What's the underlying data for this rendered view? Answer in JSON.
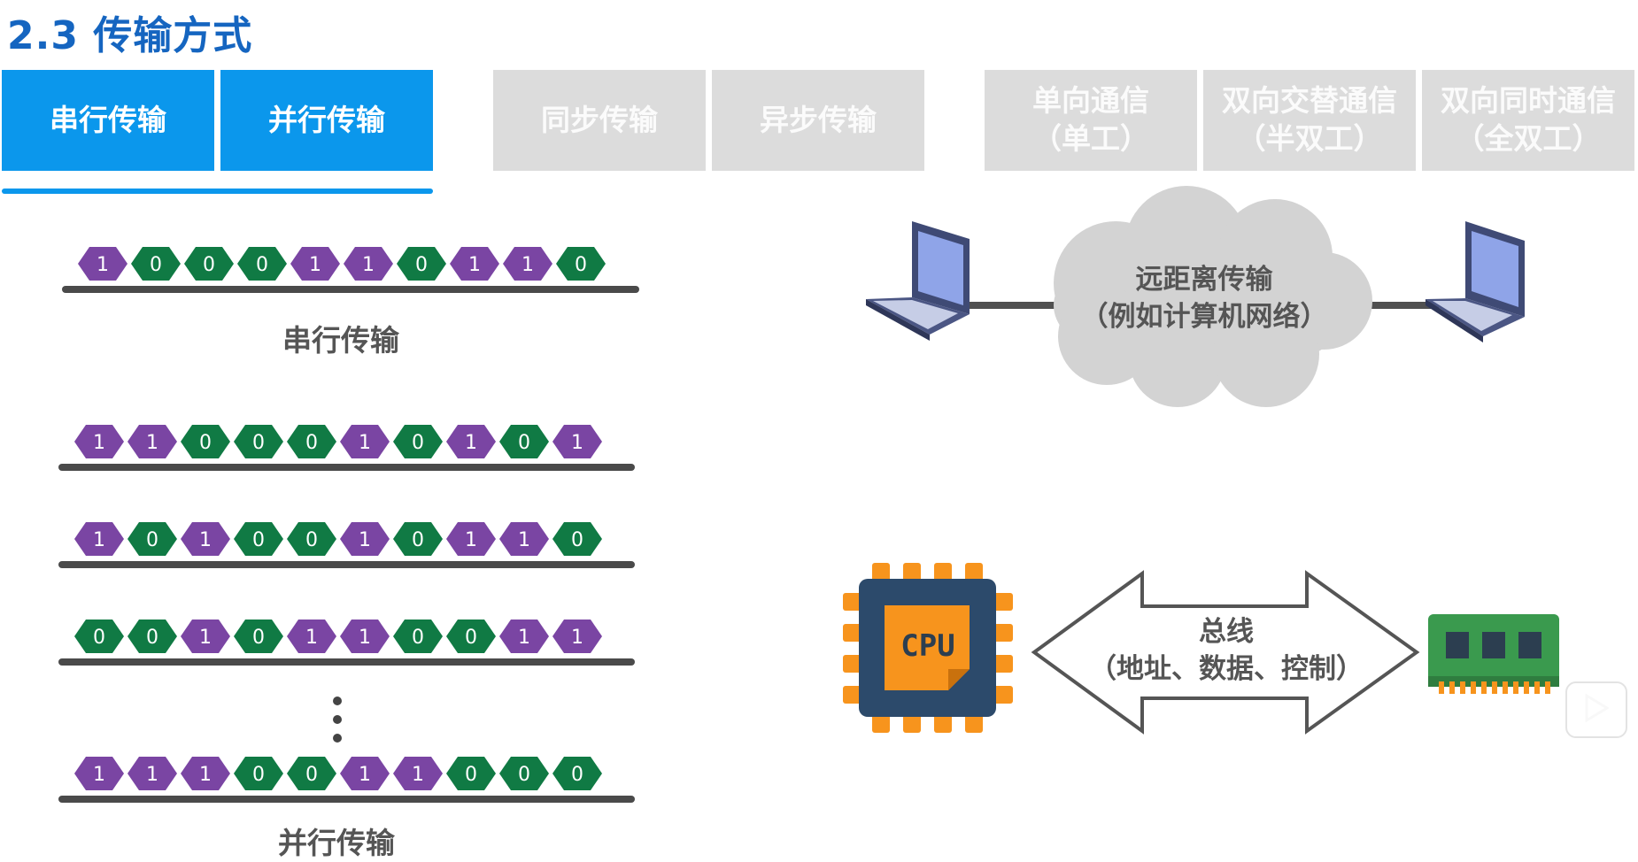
{
  "title": "2.3 传输方式",
  "tabs": [
    {
      "line1": "串行传输",
      "line2": "",
      "active": true
    },
    {
      "line1": "并行传输",
      "line2": "",
      "active": true
    },
    {
      "line1": "同步传输",
      "line2": "",
      "active": false
    },
    {
      "line1": "异步传输",
      "line2": "",
      "active": false
    },
    {
      "line1": "单向通信",
      "line2": "（单工）",
      "active": false
    },
    {
      "line1": "双向交替通信",
      "line2": "（半双工）",
      "active": false
    },
    {
      "line1": "双向同时通信",
      "line2": "（全双工）",
      "active": false
    }
  ],
  "serial": {
    "bits": [
      "1",
      "0",
      "0",
      "0",
      "1",
      "1",
      "0",
      "1",
      "1",
      "0"
    ],
    "caption": "串行传输"
  },
  "parallel": {
    "rows": [
      [
        "1",
        "1",
        "0",
        "0",
        "0",
        "1",
        "0",
        "1",
        "0",
        "1"
      ],
      [
        "1",
        "0",
        "1",
        "0",
        "0",
        "1",
        "0",
        "1",
        "1",
        "0"
      ],
      [
        "0",
        "0",
        "1",
        "0",
        "1",
        "1",
        "0",
        "0",
        "1",
        "1"
      ],
      [
        "1",
        "1",
        "1",
        "0",
        "0",
        "1",
        "1",
        "0",
        "0",
        "0"
      ]
    ],
    "caption": "并行传输"
  },
  "network": {
    "line1": "远距离传输",
    "line2": "（例如计算机网络）"
  },
  "bus": {
    "line1": "总线",
    "line2": "（地址、数据、控制）",
    "cpu_label": "CPU"
  },
  "colors": {
    "one": "#7a45a3",
    "zero": "#107a44",
    "accent": "#0b97ec",
    "title": "#1565c0"
  }
}
